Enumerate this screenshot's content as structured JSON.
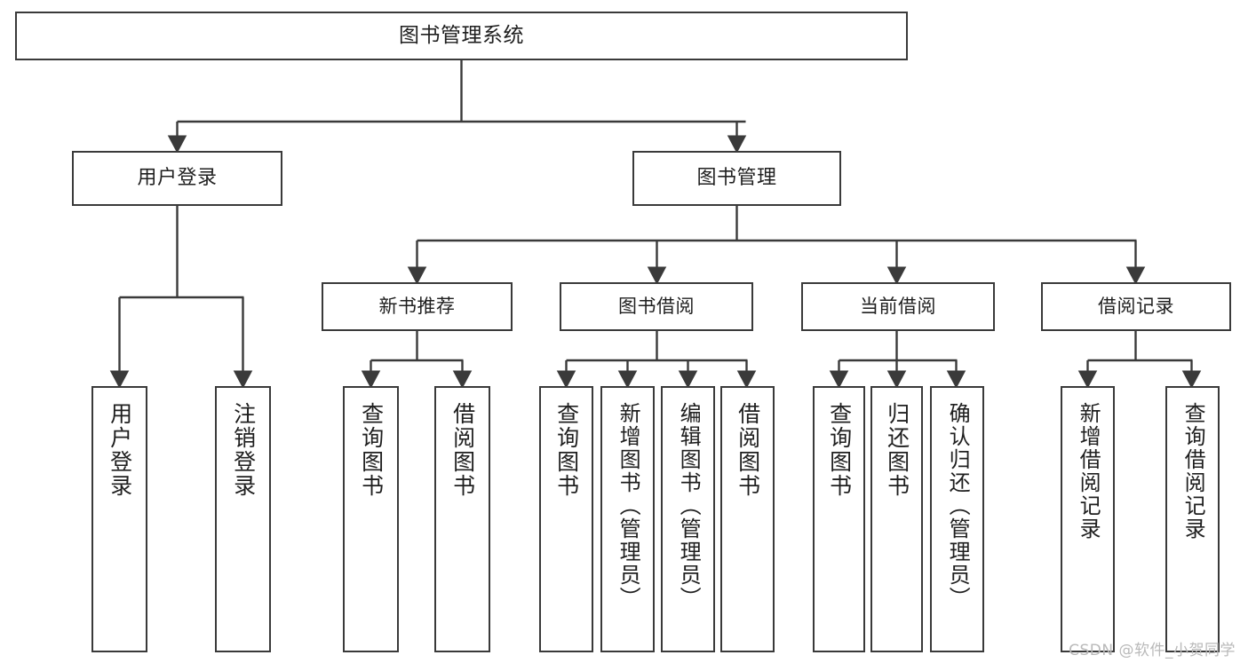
{
  "diagram": {
    "title": "图书管理系统",
    "type": "tree",
    "watermark": "CSDN @软件_小贺同学",
    "colors": {
      "box_border": "#3a3a3a",
      "box_fill": "#ffffff",
      "connector": "#3a3a3a",
      "text": "#1f1f1f",
      "watermark": "#b9b9b9",
      "background": "#ffffff"
    },
    "nodes": {
      "root": {
        "label": "图书管理系统"
      },
      "level2": [
        {
          "label": "用户登录"
        },
        {
          "label": "图书管理"
        }
      ],
      "level3": [
        {
          "label": "新书推荐"
        },
        {
          "label": "图书借阅"
        },
        {
          "label": "当前借阅"
        },
        {
          "label": "借阅记录"
        }
      ],
      "leaves": {
        "user_login": [
          {
            "label": "用户登录"
          },
          {
            "label": "注销登录"
          }
        ],
        "new_book_recommend": [
          {
            "label": "查询图书"
          },
          {
            "label": "借阅图书"
          }
        ],
        "book_borrow": [
          {
            "label": "查询图书"
          },
          {
            "label": "新增图书（管理员）"
          },
          {
            "label": "编辑图书（管理员）"
          },
          {
            "label": "借阅图书"
          }
        ],
        "current_borrow": [
          {
            "label": "查询图书"
          },
          {
            "label": "归还图书"
          },
          {
            "label": "确认归还（管理员）"
          }
        ],
        "borrow_records": [
          {
            "label": "新增借阅记录"
          },
          {
            "label": "查询借阅记录"
          }
        ]
      }
    }
  }
}
